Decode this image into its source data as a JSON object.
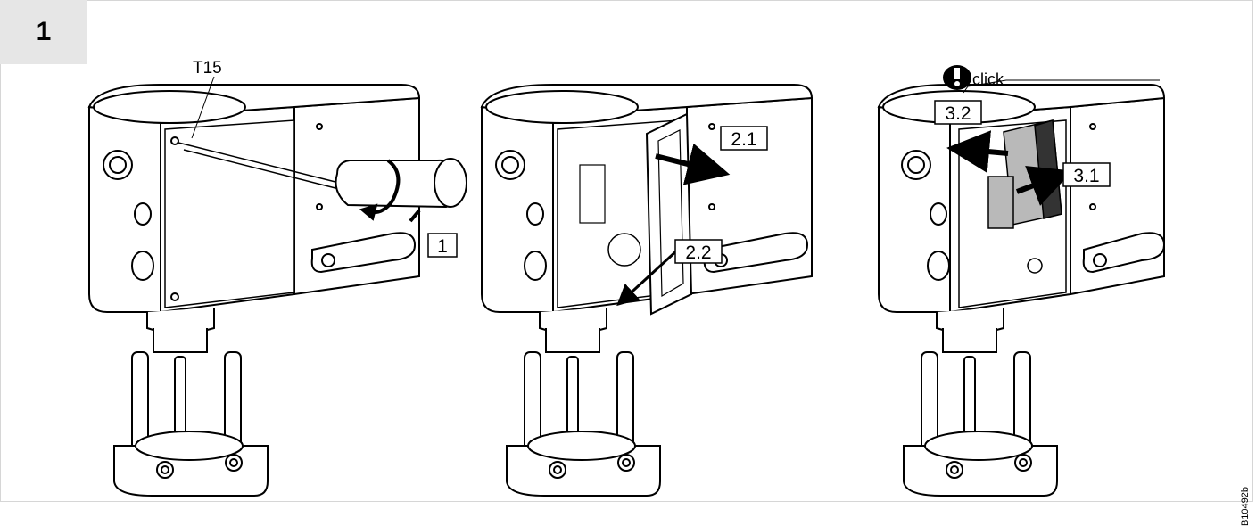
{
  "step": {
    "number": "1"
  },
  "panel1": {
    "tool_label": "T15",
    "step_box": "1"
  },
  "panel2": {
    "step_box_a": "2.1",
    "step_box_b": "2.2"
  },
  "panel3": {
    "warning_text": "click",
    "step_box_a": "3.2",
    "step_box_b": "3.1"
  },
  "figure_ref": "B10492b",
  "colors": {
    "line": "#000000",
    "frame": "#d6d6d6",
    "tab": "#e6e6e6",
    "module": "#b9b9b9"
  }
}
